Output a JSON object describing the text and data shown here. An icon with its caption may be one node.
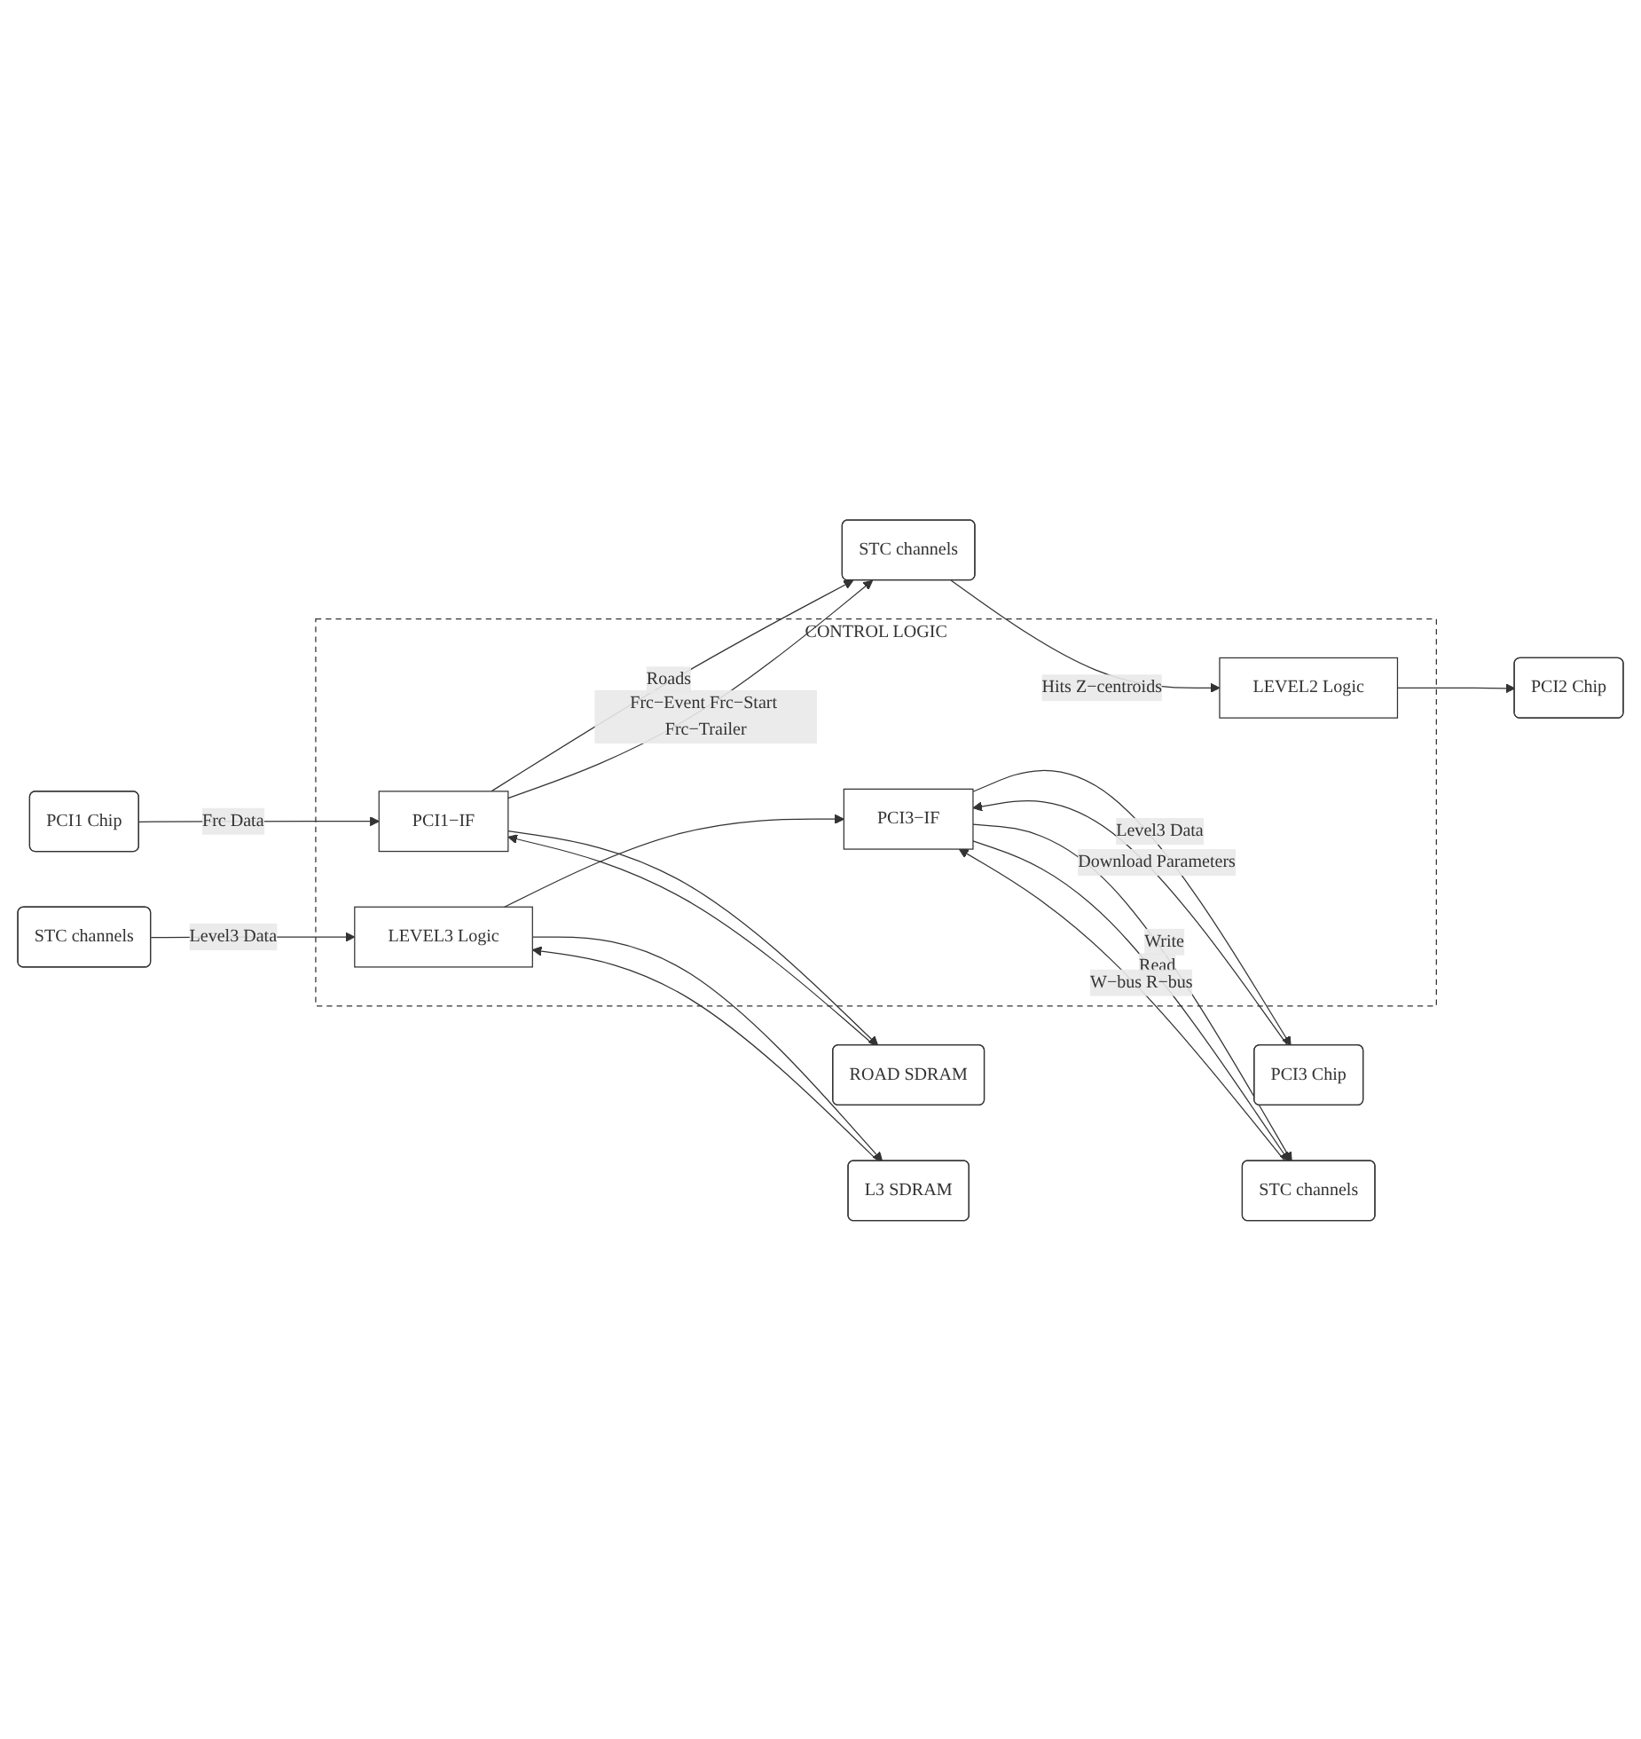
{
  "diagram": {
    "nodes": [
      {
        "text": [
          "STC channels"
        ]
      },
      {
        "text": [
          "PCI1 Chip"
        ]
      },
      {
        "text": [
          "CONTROL LOGIC"
        ]
      },
      {
        "text": [
          "PCI1−IF"
        ],
        "in": 2
      },
      {
        "text": [
          "LEVEL2 Logic"
        ],
        "in": 2
      },
      {
        "text": [
          "ROAD SDRAM"
        ]
      },
      {
        "text": [
          "PCI2 Chip"
        ]
      },
      {
        "text": [
          "PCI3 Chip"
        ]
      },
      {
        "text": [
          "PCI3−IF"
        ],
        "in": 2
      },
      {
        "text": [
          "LEVEL3 Logic"
        ],
        "in": 2
      },
      {
        "text": [
          "L3 SDRAM"
        ]
      },
      {
        "text": [
          "STC channels"
        ]
      },
      {
        "text": [
          "STC channels"
        ]
      }
    ],
    "edges": [
      {
        "from": 3,
        "to": 0,
        "arrow": "to",
        "label": "Roads"
      },
      {
        "from": 3,
        "to": 0,
        "arrow": "to",
        "label": "Frc−Event Frc−Start Frc−Trailer"
      },
      {
        "from": 0,
        "to": 4,
        "arrow": "to",
        "label": "Hits Z−centroids"
      },
      {
        "from": 1,
        "to": 3,
        "arrow": "to",
        "label": "Frc Data"
      },
      {
        "from": 3,
        "to": 5,
        "arrow": "to"
      },
      {
        "from": 5,
        "to": 3,
        "arrow": "to"
      },
      {
        "from": 4,
        "to": 6,
        "arrow": "to"
      },
      {
        "from": 8,
        "to": 7,
        "arrow": "to",
        "label": "Level3 Data"
      },
      {
        "from": 7,
        "to": 8,
        "arrow": "to",
        "label": "Download Parameters"
      },
      {
        "from": 9,
        "to": 8,
        "arrow": "to"
      },
      {
        "from": 10,
        "to": 9,
        "arrow": "to"
      },
      {
        "from": 9,
        "to": 10,
        "arrow": "to"
      },
      {
        "from": 8,
        "to": 11,
        "arrow": "to",
        "label": "Write"
      },
      {
        "from": 8,
        "to": 11,
        "arrow": "to",
        "label": "Read"
      },
      {
        "from": 11,
        "to": 8,
        "arrow": "to",
        "label": "W−bus R−bus"
      },
      {
        "from": 12,
        "to": 9,
        "arrow": "to",
        "label": "Level3 Data"
      }
    ]
  }
}
